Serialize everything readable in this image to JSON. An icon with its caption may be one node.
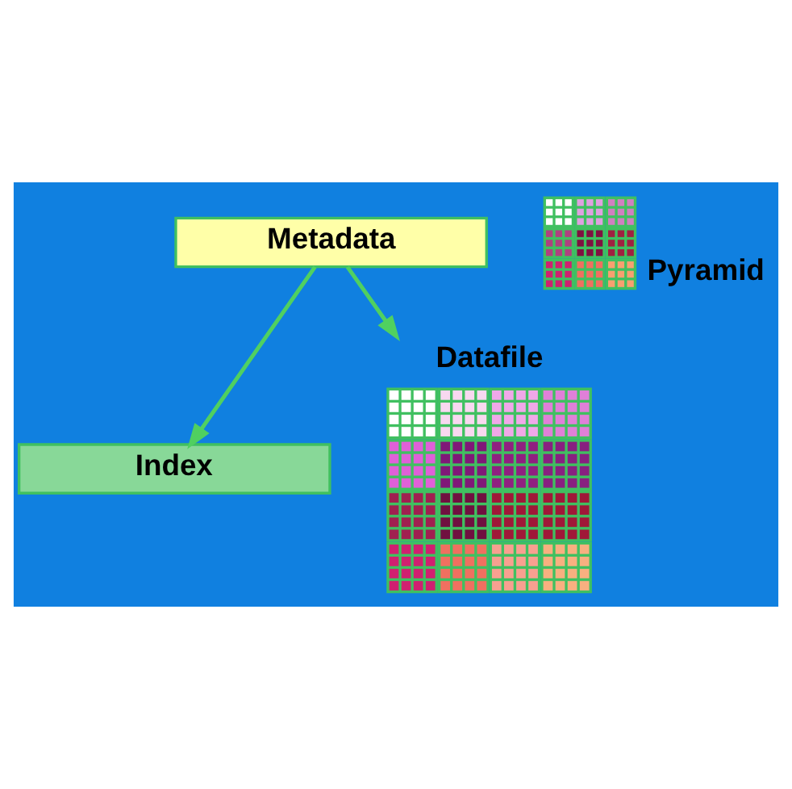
{
  "diagram": {
    "nodes": [
      {
        "text": [
          "Metadata"
        ]
      },
      {
        "text": [
          "Index"
        ]
      },
      {
        "text": [
          "Datafile"
        ]
      },
      {
        "text": [
          "Pyramid"
        ]
      }
    ],
    "edges": [
      {
        "from": 0,
        "to": 1,
        "arrow": "to"
      },
      {
        "from": 0,
        "to": 2,
        "arrow": "to"
      }
    ]
  }
}
